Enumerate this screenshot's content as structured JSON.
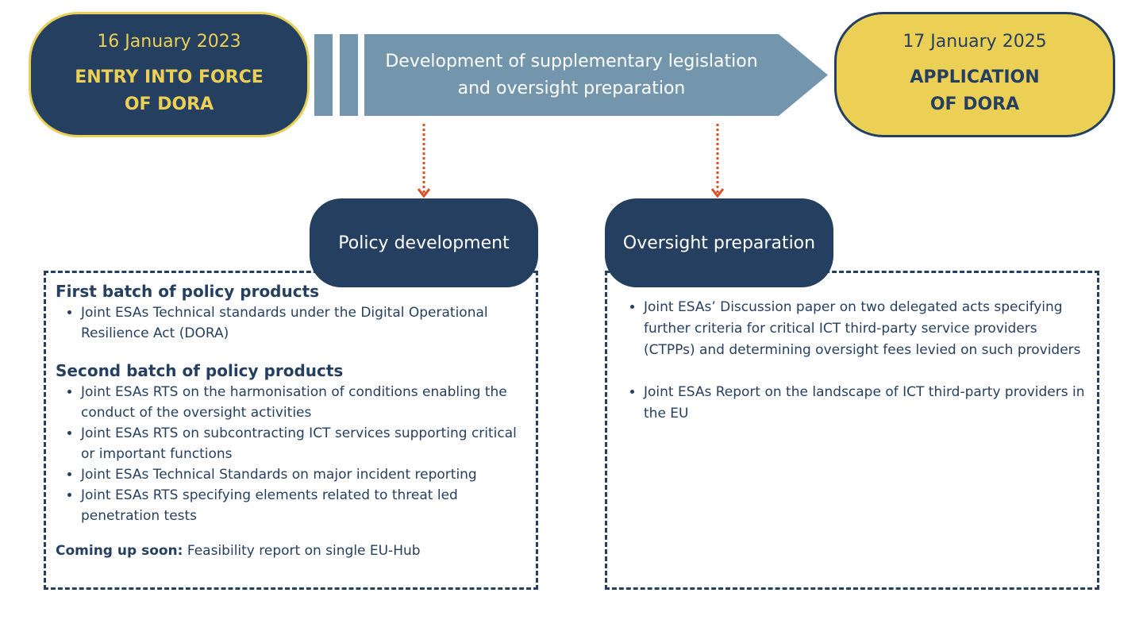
{
  "start": {
    "date": "16 January 2023",
    "title": "ENTRY INTO FORCE\nOF DORA"
  },
  "end": {
    "date": "17 January 2025",
    "title": "APPLICATION\nOF DORA"
  },
  "arrow": {
    "label": "Development of supplementary legislation\nand oversight preparation"
  },
  "policy": {
    "heading": "Policy development",
    "first_batch": {
      "title": "First batch of policy products",
      "items": [
        "Joint ESAs Technical standards under the Digital Operational Resilience Act (DORA)"
      ]
    },
    "second_batch": {
      "title": "Second batch of policy products",
      "items": [
        "Joint ESAs RTS on the harmonisation of conditions enabling the conduct of the oversight activities",
        "Joint ESAs RTS on subcontracting ICT services supporting critical or important functions",
        "Joint ESAs Technical Standards on major incident reporting",
        "Joint ESAs RTS specifying elements related to threat led penetration tests"
      ]
    },
    "coming_label": "Coming up soon:",
    "coming_text": " Feasibility report on single EU-Hub"
  },
  "oversight": {
    "heading": "Oversight preparation",
    "items": [
      "Joint ESAs’ Discussion paper on two delegated acts specifying further criteria for critical ICT third-party service providers (CTPPs) and determining oversight fees levied on such providers",
      "Joint ESAs Report on the landscape of ICT third-party providers in the EU"
    ]
  },
  "colors": {
    "navy": "#253f60",
    "yellow": "#ecd056",
    "steel_blue": "#7496ad",
    "connector_red": "#d9502b"
  }
}
